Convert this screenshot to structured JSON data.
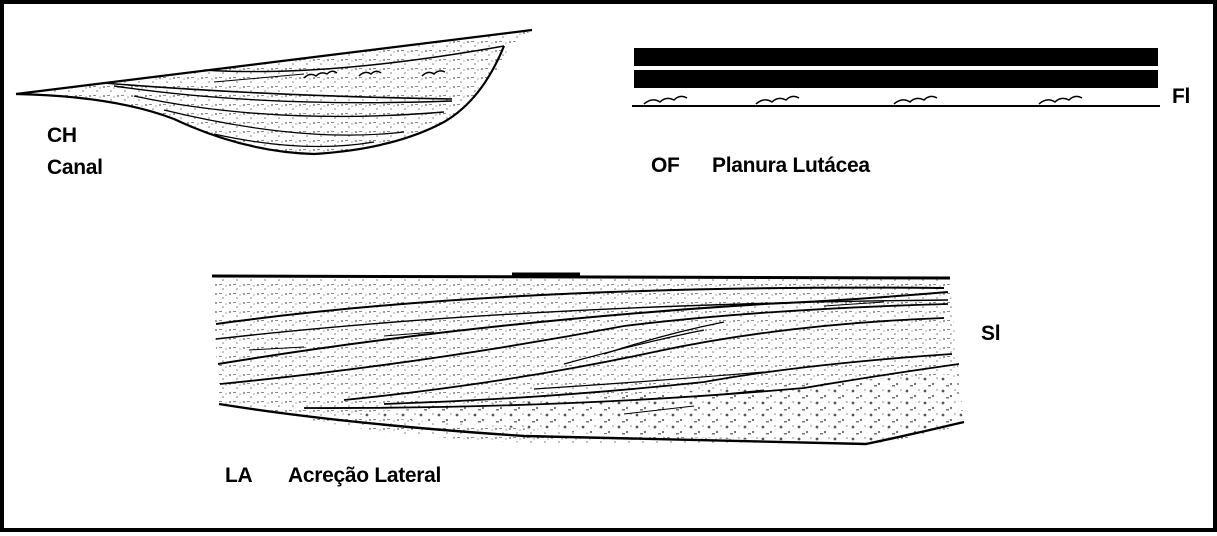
{
  "labels": {
    "ch_code": "CH",
    "ch_name": "Canal",
    "fl_code": "Fl",
    "of_code": "OF",
    "of_name": "Planura Lutácea",
    "sl_code": "Sl",
    "la_code": "LA",
    "la_name": "Acreção Lateral"
  },
  "colors": {
    "ink": "#000000",
    "paper": "#ffffff",
    "shade": "#8a8a8a"
  }
}
